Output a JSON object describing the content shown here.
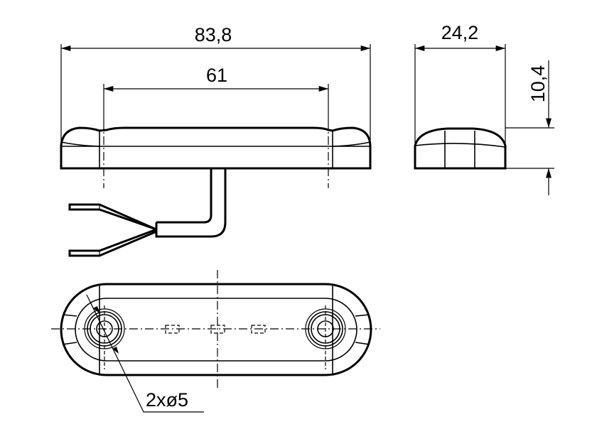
{
  "drawing": {
    "dimensions": {
      "overall_length": "83,8",
      "mounting_distance": "61",
      "width": "24,2",
      "height": "10,4",
      "holes": "2xø5"
    }
  }
}
